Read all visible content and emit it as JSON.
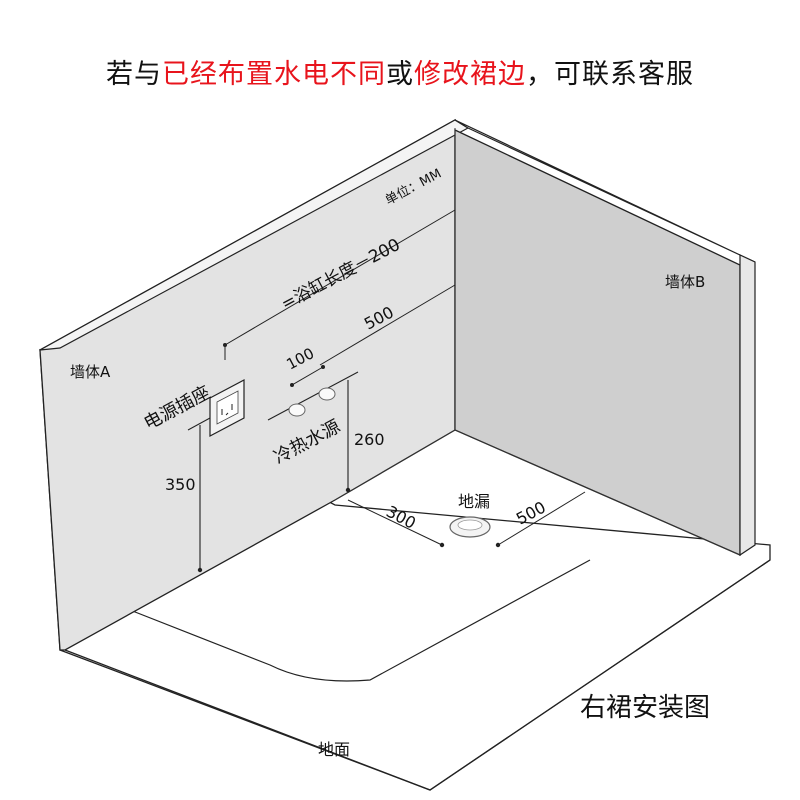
{
  "title": {
    "part1": "若与",
    "highlight1": "已经布置水电不同",
    "part2": "或",
    "highlight2": "修改裙边",
    "part3": "，可联系客服",
    "color_text": "#111111",
    "color_highlight": "#e8141c"
  },
  "labels": {
    "unit": "单位：MM",
    "wall_a": "墙体A",
    "wall_b": "墙体B",
    "floor": "地面",
    "socket": "电源插座",
    "water": "冷热水源",
    "drain": "地漏",
    "tub_length": "=浴缸长度－200",
    "dim_500_top": "500",
    "dim_100": "100",
    "dim_260": "260",
    "dim_350": "350",
    "dim_300": "300",
    "dim_500_floor": "500",
    "caption": "右裙安装图"
  },
  "colors": {
    "wall_a_fill": "#e3e3e3",
    "wall_b_fill": "#cfcfcf",
    "wall_top_fill": "#f2f2f2",
    "floor_fill": "#ffffff",
    "line": "#222222"
  }
}
